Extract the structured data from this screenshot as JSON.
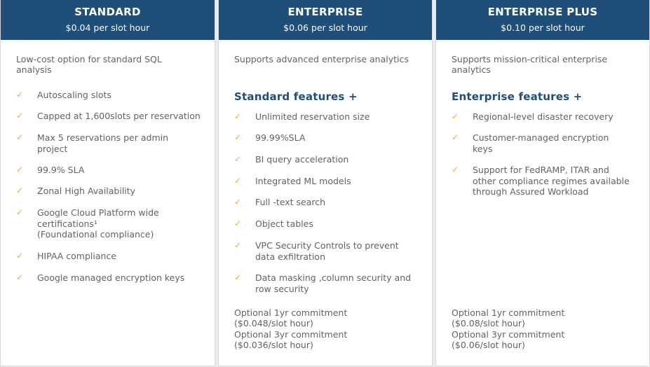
{
  "plans": [
    {
      "name": "STANDARD",
      "price": "$0.04 per slot hour",
      "description": "Low-cost option for standard SQL analysis",
      "features_heading": "",
      "features": [
        "Autoscaling slots",
        "Capped at 1,600slots per reservation",
        "Max 5 reservations per admin\nproject",
        "99.9% SLA",
        "Zonal High Availability",
        "Google Cloud Platform wide\ncertifications¹\n(Foundational compliance)",
        "HIPAA compliance",
        "Google managed encryption keys"
      ],
      "commitments": []
    },
    {
      "name": "ENTERPRISE",
      "price": "$0.06 per slot hour",
      "description": "Supports advanced enterprise analytics",
      "features_heading": "Standard features +",
      "features": [
        "Unlimited reservation size",
        "99.99%SLA",
        "BI query acceleration",
        "Integrated ML models",
        "Full -text search",
        "Object tables",
        "VPC Security Controls to prevent\ndata exfiltration",
        "Data masking ,column security and\nrow security"
      ],
      "commitments": [
        "Optional 1yr commitment",
        "($0.048/slot hour)",
        "Optional 3yr commitment",
        "($0.036/slot hour)"
      ]
    },
    {
      "name": "ENTERPRISE PLUS",
      "price": "$0.10 per slot hour",
      "description": "Supports mission-critical enterprise analytics",
      "features_heading": "Enterprise features +",
      "features": [
        "Regional-level disaster recovery",
        "Customer-managed encryption\nkeys",
        "Support for FedRAMP, ITAR and\nother compliance regimes available\nthrough Assured Workload"
      ],
      "commitments": [
        "Optional 1yr commitment",
        "($0.08/slot hour)",
        "Optional 3yr commitment",
        "($0.06/slot hour)"
      ]
    }
  ],
  "icons": {
    "feature_check": "check-icon"
  },
  "colors": {
    "header_bg": "#1f4e79",
    "check": "#f2a93b",
    "accent_text": "#1f4e79"
  }
}
